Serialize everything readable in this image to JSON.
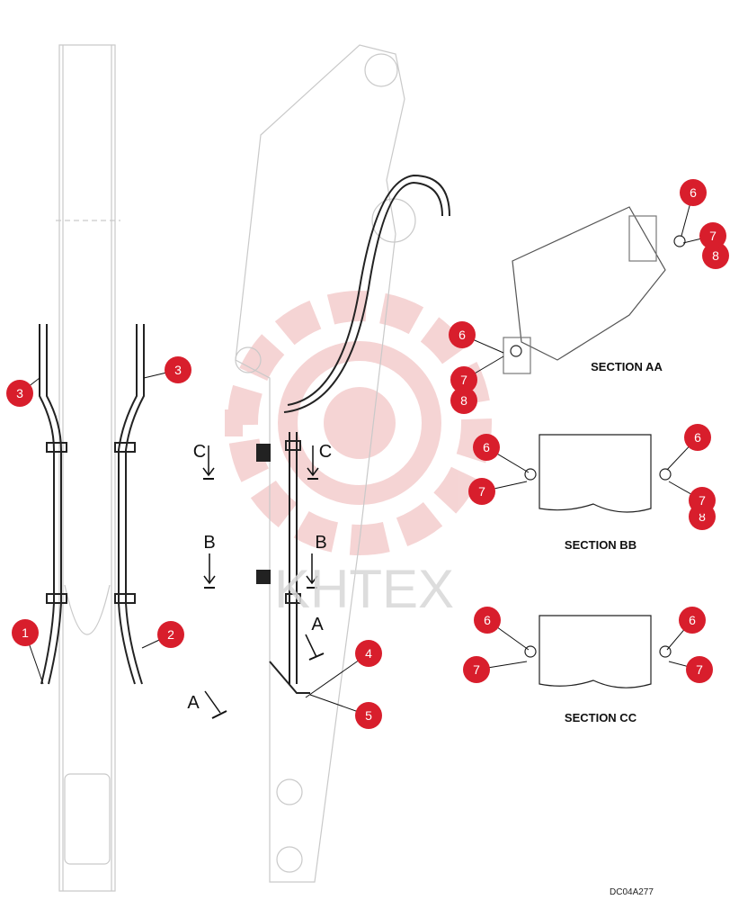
{
  "watermark": "KHTEX",
  "colors": {
    "callout": "#d81e2c",
    "line": "#222222",
    "ghost": "#c9c9c9",
    "wm": "#e9a2a2"
  },
  "sections": {
    "aa": "SECTION AA",
    "bb": "SECTION BB",
    "cc": "SECTION CC"
  },
  "view_markers": {
    "a": "A",
    "b": "B",
    "c": "C"
  },
  "callouts": {
    "c1": "1",
    "c2": "2",
    "c3a": "3",
    "c3b": "3",
    "c4": "4",
    "c5": "5",
    "aa6a": "6",
    "aa7a": "7",
    "aa8a": "8",
    "aa6b": "6",
    "aa7b": "7",
    "aa8b": "8",
    "bb6a": "6",
    "bb7a": "7",
    "bb6b": "6",
    "bb7b": "7",
    "bb8b": "8",
    "cc6a": "6",
    "cc7a": "7",
    "cc6b": "6",
    "cc7b": "7"
  },
  "drawing_code": "DC04A277"
}
